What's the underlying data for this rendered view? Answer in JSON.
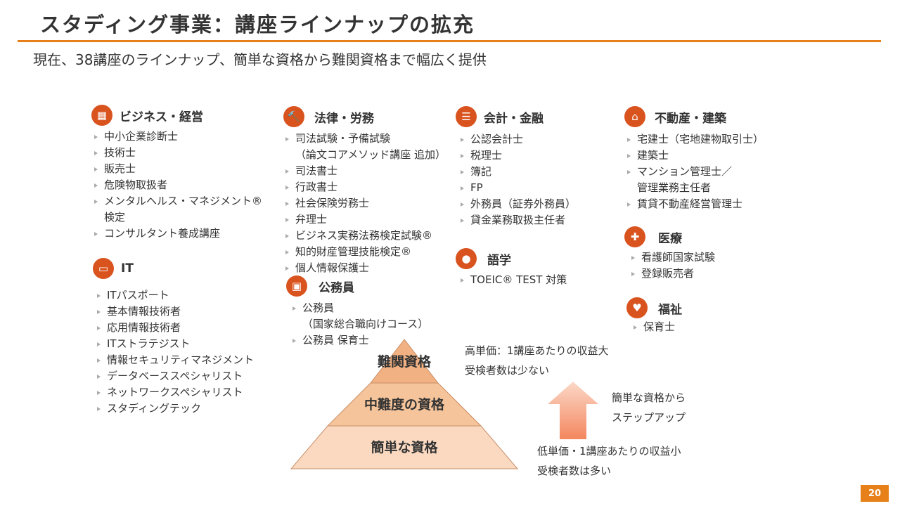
{
  "title": "スタディング事業：講座ラインナップの拡充",
  "subtitle": "現在、38講座のラインナップ、簡単な資格から難関資格まで幅広く提供",
  "accent_color": "#E8801A",
  "icon_color": "#D9531E",
  "sections": {
    "business": {
      "icon": "building-icon",
      "title": "ビジネス・経営",
      "items": [
        "中小企業診断士",
        "技術士",
        "販売士",
        "危険物取扱者",
        "メンタルヘルス・マネジメント®",
        "検定",
        "コンサルタント養成講座"
      ]
    },
    "it": {
      "icon": "laptop-icon",
      "title": "IT",
      "items": [
        "ITパスポート",
        "基本情報技術者",
        "応用情報技術者",
        "ITストラテジスト",
        "情報セキュリティマネジメント",
        "データベーススペシャリスト",
        "ネットワークスペシャリスト",
        "スタディングテック"
      ]
    },
    "law": {
      "icon": "gavel-icon",
      "title": "法律・労務",
      "items": [
        "司法試験・予備試験",
        "（論文コアメソッド講座 追加）",
        "司法書士",
        "行政書士",
        "社会保険労務士",
        "弁理士",
        "ビジネス実務法務検定試験®",
        "知的財産管理技能検定®",
        "個人情報保護士"
      ]
    },
    "civil": {
      "icon": "presenter-icon",
      "title": "公務員",
      "items": [
        "公務員",
        "（国家総合職向けコース）",
        "公務員 保育士"
      ]
    },
    "accounting": {
      "icon": "database-icon",
      "title": "会計・金融",
      "items": [
        "公認会計士",
        "税理士",
        "簿記",
        "FP",
        "外務員（証券外務員）",
        "貸金業務取扱主任者"
      ]
    },
    "language": {
      "icon": "speech-bubble-icon",
      "title": "語学",
      "items": [
        "TOEIC® TEST 対策"
      ]
    },
    "realestate": {
      "icon": "house-icon",
      "title": "不動産・建築",
      "items": [
        "宅建士（宅地建物取引士）",
        "建築士",
        "マンション管理士／",
        "管理業務主任者",
        "賃貸不動産経営管理士"
      ]
    },
    "medical": {
      "icon": "first-aid-kit-icon",
      "title": "医療",
      "items": [
        "看護師国家試験",
        "登録販売者"
      ]
    },
    "welfare": {
      "icon": "heart-icon",
      "title": "福祉",
      "items": [
        "保育士"
      ]
    }
  },
  "pyramid": {
    "top": "難関資格",
    "middle": "中難度の資格",
    "bottom": "簡単な資格"
  },
  "notes": {
    "high_line1": "高単価：1講座あたりの収益大",
    "high_line2": "受検者数は少ない",
    "step_line1": "簡単な資格から",
    "step_line2": "ステップアップ",
    "low_line1": "低単価・1講座あたりの収益小",
    "low_line2": "受検者数は多い"
  },
  "page_number": "20"
}
